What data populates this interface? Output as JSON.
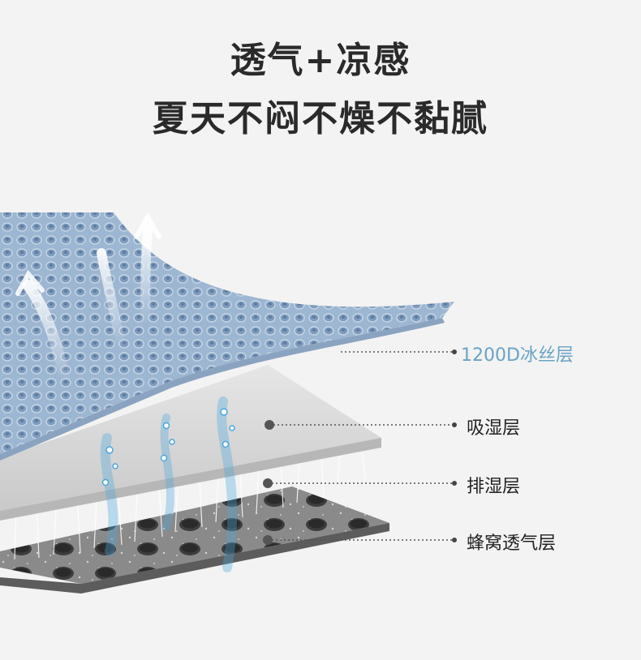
{
  "headline": {
    "line1": "透气+凉感",
    "line2": "夏天不闷不燥不黏腻"
  },
  "layers": [
    {
      "label": "1200D冰丝层",
      "color": "#6aa3c4"
    },
    {
      "label": "吸湿层",
      "color": "#222222"
    },
    {
      "label": "排湿层",
      "color": "#222222"
    },
    {
      "label": "蜂窝透气层",
      "color": "#222222"
    }
  ],
  "colors": {
    "background": "#f3f3f3",
    "ice_silk": "#9bb4cf",
    "absorb_layer": "#e2e2e2",
    "mesh_layer": "#6b6b6b",
    "accent": "#6aa3c4"
  },
  "icons": [
    "airflow-arrow-icon",
    "water-droplet-icon"
  ]
}
